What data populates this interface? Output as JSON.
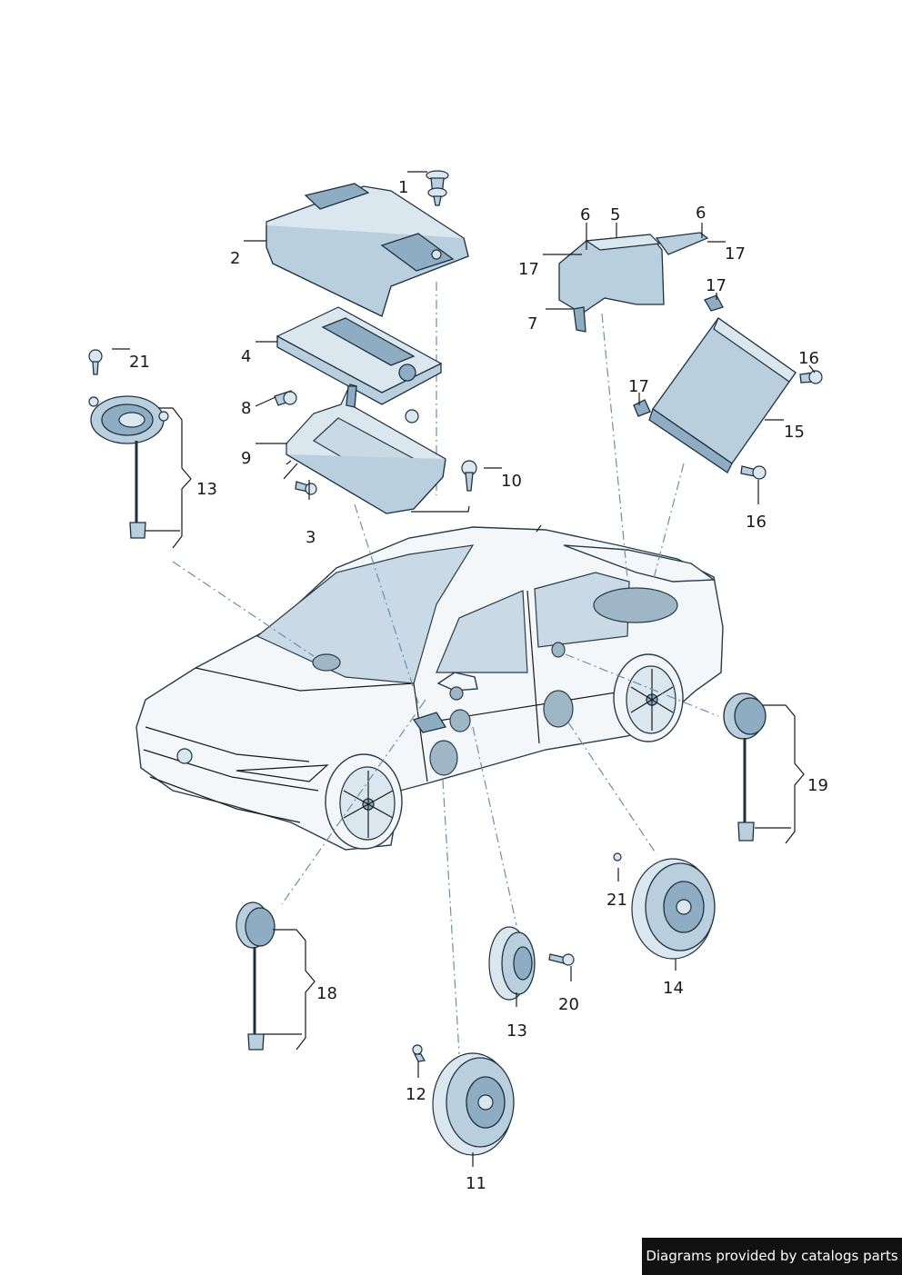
{
  "diagram": {
    "callouts": [
      "1",
      "2",
      "3",
      "4",
      "5",
      "6",
      "6",
      "7",
      "8",
      "9",
      "10",
      "11",
      "12",
      "13",
      "13",
      "14",
      "15",
      "16",
      "16",
      "17",
      "17",
      "17",
      "17",
      "18",
      "19",
      "20",
      "21",
      "21"
    ]
  },
  "credit": {
    "text": "Diagrams provided by catalogs parts"
  },
  "colors": {
    "part_fill": "#b9cfde",
    "outline": "#1f3140",
    "credit_bg": "#111111"
  }
}
